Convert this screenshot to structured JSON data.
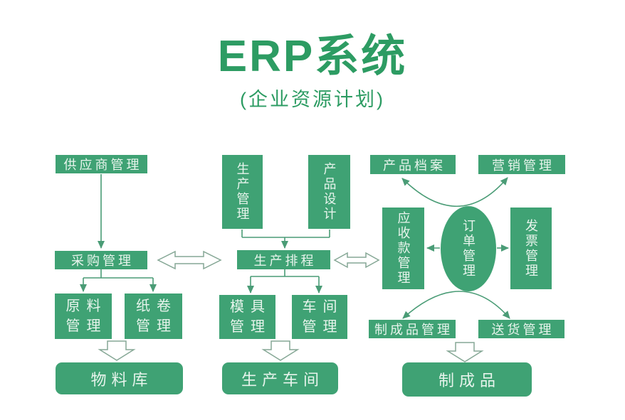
{
  "title": "ERP系统",
  "subtitle": "(企业资源计划)",
  "colors": {
    "box_green": "#3FA274",
    "title_green": "#2D9C63",
    "arrow_green": "#4A9C76",
    "hollow_arrow_outline": "#85A795",
    "box_text": "#E7F4EC",
    "background": "#FFFFFF"
  },
  "nodes": {
    "supplier": {
      "label": "供应商管理"
    },
    "purchasing": {
      "label": "采购管理"
    },
    "production_mgmt": {
      "label": "生产管理"
    },
    "product_design": {
      "label": "产品设计"
    },
    "product_archive": {
      "label": "产品档案"
    },
    "marketing": {
      "label": "营销管理"
    },
    "production_schedule": {
      "label": "生产排程"
    },
    "receivables": {
      "label": "应收款管理"
    },
    "order_mgmt": {
      "label": "订单管理"
    },
    "invoice": {
      "label": "发票管理"
    },
    "raw_material": {
      "line1": "原料",
      "line2": "管理"
    },
    "paper_roll": {
      "line1": "纸卷",
      "line2": "管理"
    },
    "mold": {
      "line1": "模具",
      "line2": "管理"
    },
    "workshop": {
      "line1": "车间",
      "line2": "管理"
    },
    "finished_mgmt": {
      "label": "制成品管理"
    },
    "delivery": {
      "label": "送货管理"
    },
    "material_store": {
      "label": "物料库"
    },
    "production_floor": {
      "label": "生产车间"
    },
    "finished_goods": {
      "label": "制成品"
    }
  }
}
